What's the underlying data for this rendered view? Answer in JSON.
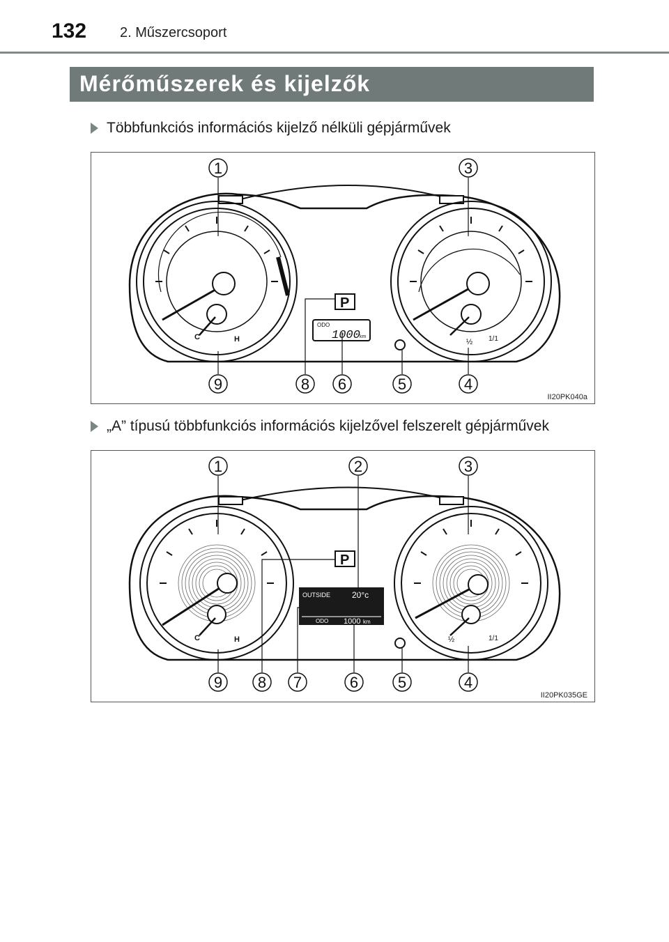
{
  "header": {
    "page_number": "132",
    "chapter": "2. Műszercsoport"
  },
  "section": {
    "title": "Mérőműszerek és kijelzők"
  },
  "figures": [
    {
      "caption": "Többfunkciós információs kijelző nélküli gépjárművek",
      "code": "II20PK040a",
      "callouts_top": [
        "1",
        "3"
      ],
      "callouts_bottom": [
        "9",
        "8",
        "6",
        "5",
        "4"
      ],
      "display": {
        "odo_label": "ODO",
        "odo_value": "1000",
        "odo_unit": "km"
      },
      "gauge": {
        "temp_cold": "C",
        "temp_hot": "H",
        "fuel_half": "½",
        "fuel_full": "1/1"
      }
    },
    {
      "caption": "„A” típusú többfunkciós információs kijelzővel felszerelt gépjárművek",
      "code": "II20PK035GE",
      "callouts_top": [
        "1",
        "2",
        "3"
      ],
      "callouts_bottom": [
        "9",
        "8",
        "7",
        "6",
        "5",
        "4"
      ],
      "display": {
        "outside_label": "OUTSIDE",
        "outside_value": "20°c",
        "odo_label": "ODO",
        "odo_value": "1000",
        "odo_unit": "km"
      },
      "gauge": {
        "temp_cold": "C",
        "temp_hot": "H",
        "fuel_half": "½",
        "fuel_full": "1/1"
      }
    }
  ]
}
